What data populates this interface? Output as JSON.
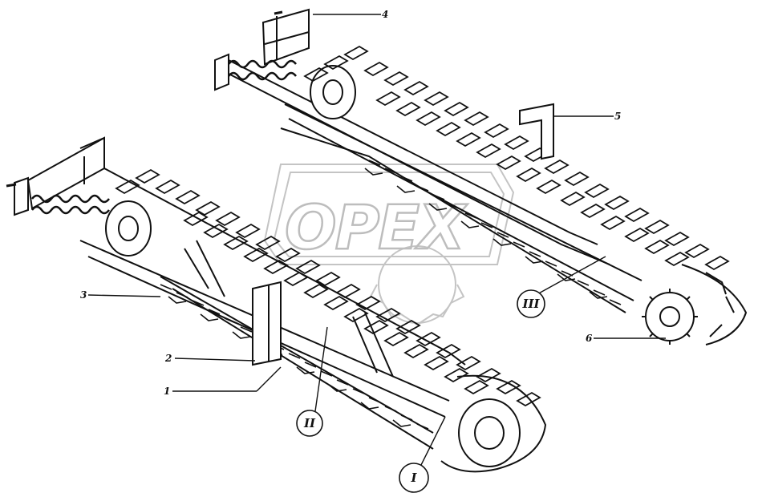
{
  "diagram": {
    "watermark_text": "OPEX",
    "callouts": {
      "c1": "1",
      "c2": "2",
      "c3": "3",
      "c4": "4",
      "c5": "5",
      "c6": "6"
    },
    "detail_markers": {
      "d1": "I",
      "d2": "II",
      "d3": "III"
    }
  }
}
